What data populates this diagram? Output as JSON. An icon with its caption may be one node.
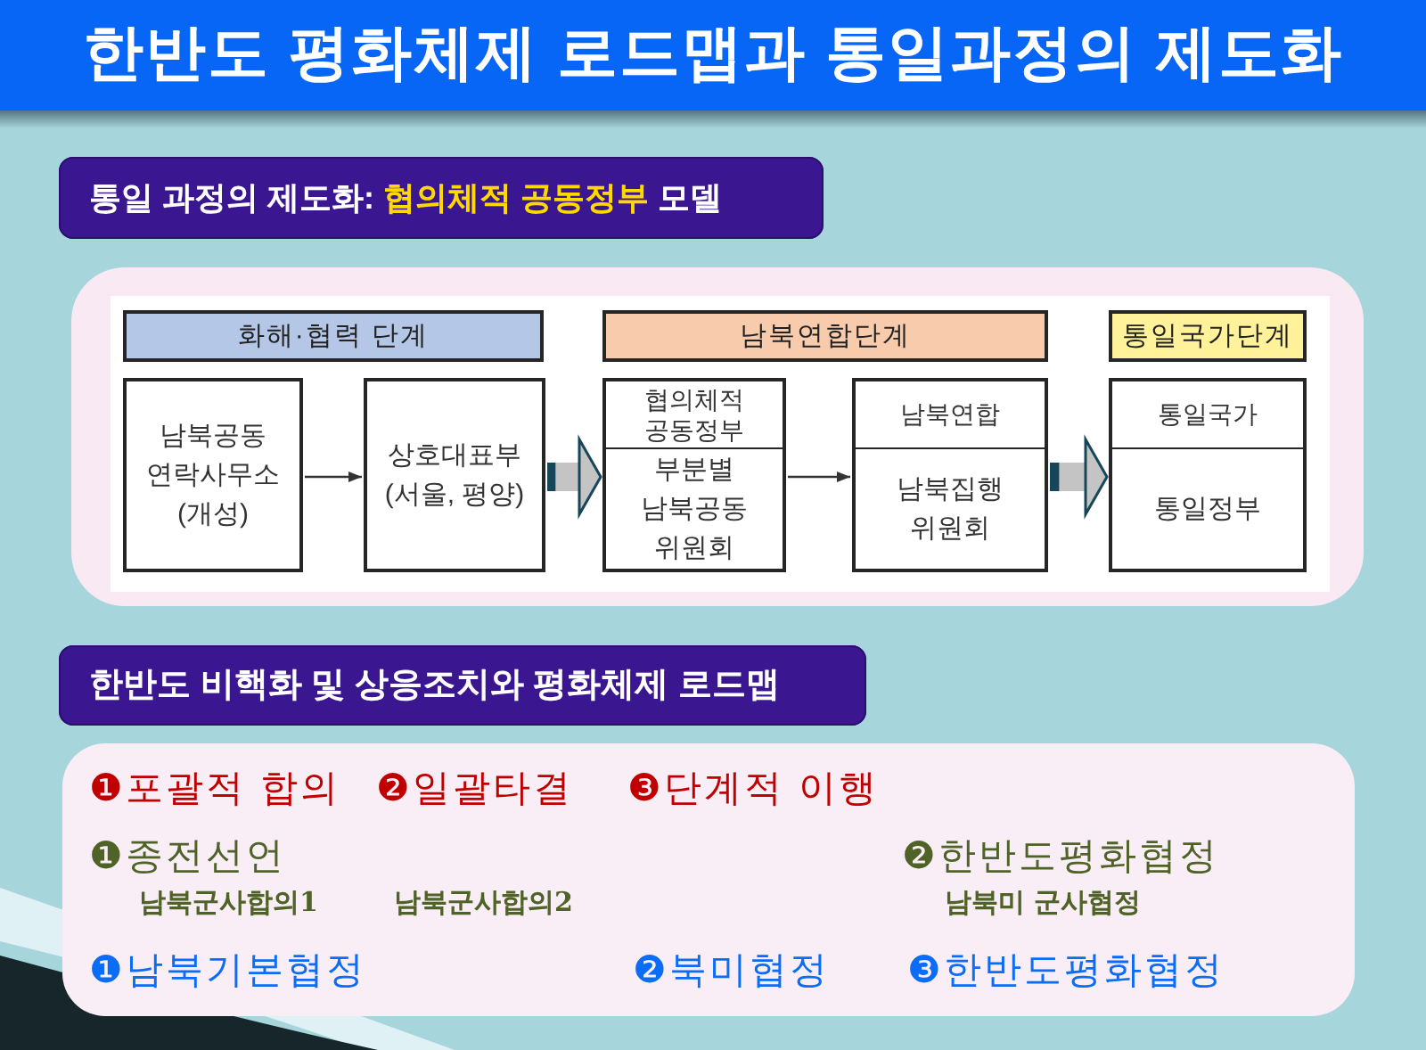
{
  "diagram": {
    "title": "한반도 평화체제 로드맵과 통일과정의 제도화",
    "nodes": [
      {
        "text": [
          "통일 과정의 제도화: **협의체적 공동정부** 모델"
        ]
      },
      {
        "text": [
          "화해·협력 단계"
        ]
      },
      {
        "text": [
          "남북연합단계"
        ]
      },
      {
        "text": [
          "통일국가단계"
        ]
      },
      {
        "text": [
          "남북공동 연락사무소 (개성)"
        ]
      },
      {
        "text": [
          "상호대표부 (서울, 평양)"
        ]
      },
      {
        "text": [
          "협의체적 공동정부",
          "부분별 남북공동 위원회"
        ]
      },
      {
        "text": [
          "남북연합",
          "남북집행 위원회"
        ]
      },
      {
        "text": [
          "통일국가",
          "통일정부"
        ]
      },
      {
        "text": [
          "한반도 비핵화 및 상응조치와 평화체제 로드맵"
        ]
      }
    ],
    "edges": [
      {
        "from": 4,
        "to": 5,
        "arrow": "to"
      },
      {
        "from": 5,
        "to": 6,
        "arrow": "to",
        "style": "thick"
      },
      {
        "from": 6,
        "to": 7,
        "arrow": "to"
      },
      {
        "from": 7,
        "to": 8,
        "arrow": "to",
        "style": "thick"
      }
    ],
    "labels": [
      "❶포괄적 합의",
      "❷일괄타결",
      "❸단계적 이행",
      "❶종전선언",
      "❷한반도평화협정",
      "남북군사합의1",
      "남북군사합의2",
      "남북미 군사협정",
      "❶남북기본협정",
      "❷북미협정",
      "❸한반도평화협정"
    ]
  }
}
